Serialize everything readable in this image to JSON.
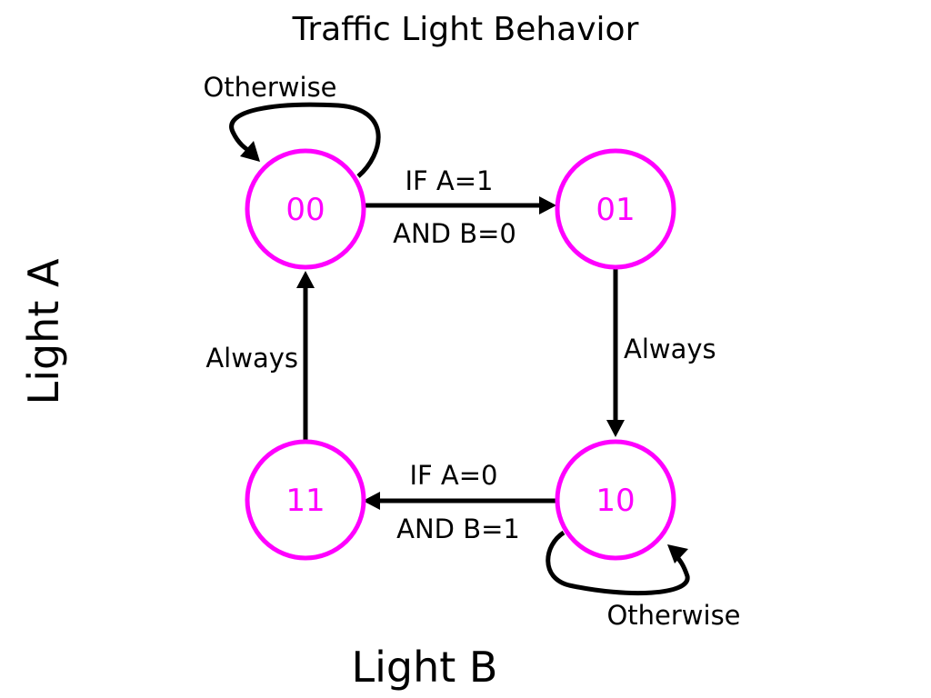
{
  "title": "Traffic Light Behavior",
  "axis_left_label": "Light A",
  "axis_bottom_label": "Light B",
  "colors": {
    "state": "#ff00ff",
    "edge": "#000000"
  },
  "states": {
    "s00": "00",
    "s01": "01",
    "s10": "10",
    "s11": "11"
  },
  "edges": {
    "s00_s01_line1": "IF A=1",
    "s00_s01_line2": "AND B=0",
    "s01_s10": "Always",
    "s10_s11_line1": "IF A=0",
    "s10_s11_line2": "AND B=1",
    "s11_s00": "Always",
    "s00_self": "Otherwise",
    "s10_self": "Otherwise"
  }
}
